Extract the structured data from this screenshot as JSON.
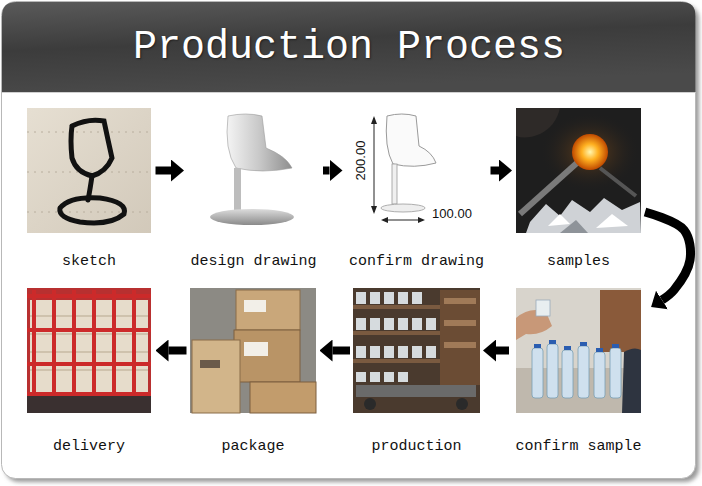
{
  "diagram": {
    "title": "Production Process",
    "nodes": [
      {
        "text": [
          "sketch"
        ]
      },
      {
        "text": [
          "design drawing"
        ]
      },
      {
        "text": [
          "confirm drawing"
        ]
      },
      {
        "text": [
          "samples"
        ]
      },
      {
        "text": [
          "delivery"
        ]
      },
      {
        "text": [
          "package"
        ]
      },
      {
        "text": [
          "production"
        ]
      },
      {
        "text": [
          "confirm sample"
        ]
      }
    ],
    "edges": [
      {
        "from": 0,
        "to": 1,
        "arrow": "to"
      },
      {
        "from": 1,
        "to": 2,
        "arrow": "to"
      },
      {
        "from": 2,
        "to": 3,
        "arrow": "to"
      },
      {
        "from": 3,
        "to": 7,
        "arrow": "to"
      },
      {
        "from": 7,
        "to": 6,
        "arrow": "to"
      },
      {
        "from": 6,
        "to": 5,
        "arrow": "to"
      },
      {
        "from": 5,
        "to": 4,
        "arrow": "to"
      }
    ],
    "labels": [
      "200.00",
      "100.00"
    ]
  }
}
